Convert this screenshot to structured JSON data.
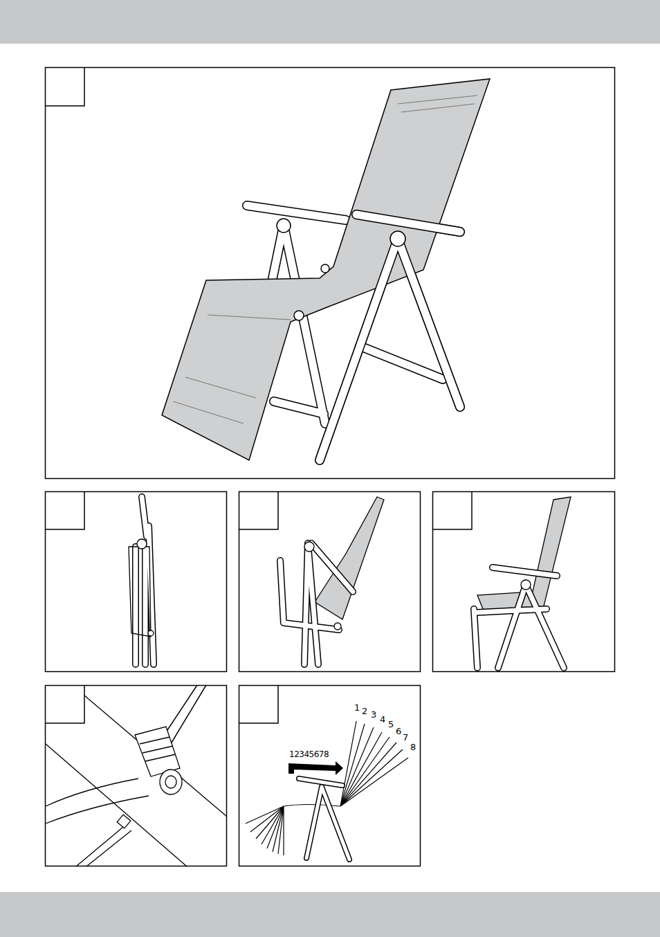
{
  "diagram": {
    "labels": [
      "1",
      "2",
      "3",
      "4",
      "5",
      "6",
      "7",
      "8",
      "12345678"
    ]
  }
}
